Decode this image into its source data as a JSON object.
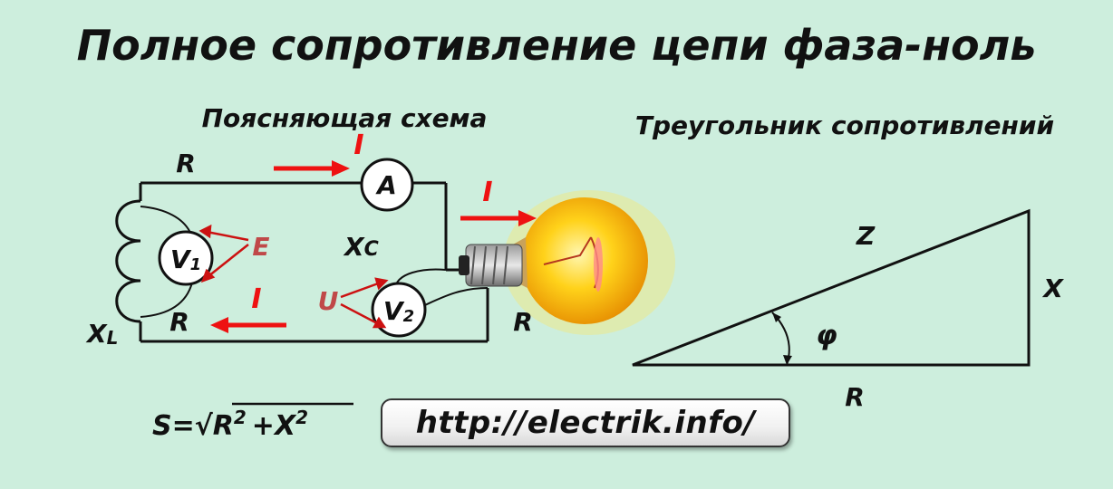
{
  "title": "Полное сопротивление цепи фаза-ноль",
  "circuit": {
    "heading": "Поясняющая схема",
    "labels": {
      "r_top": "R",
      "r_bottom": "R",
      "r_right": "R",
      "xl": "X",
      "xl_sub": "L",
      "xc": "X",
      "xc_sub": "C",
      "current_top": "I",
      "current_right": "I",
      "current_bottom": "I",
      "emf": "E",
      "voltage": "U",
      "ammeter": "A",
      "voltmeter1": "V",
      "voltmeter1_sub": "1",
      "voltmeter2": "V",
      "voltmeter2_sub": "2"
    }
  },
  "triangle": {
    "heading": "Треугольник сопротивлений",
    "hypotenuse_label": "Z",
    "vertical_label": "X",
    "base_label": "R",
    "angle_label": "φ"
  },
  "formula": {
    "lhs": "S=",
    "radical": "√",
    "term1": "R",
    "exp1": "2",
    "plus": "+",
    "term2": "X",
    "exp2": "2"
  },
  "url_label": "http://electrik.info/",
  "colors": {
    "background": "#cdeedd",
    "ink": "#111111",
    "current_arrow": "#ee1111",
    "label_accent": "#c04848",
    "bulb_glow": "#ffd21a"
  }
}
